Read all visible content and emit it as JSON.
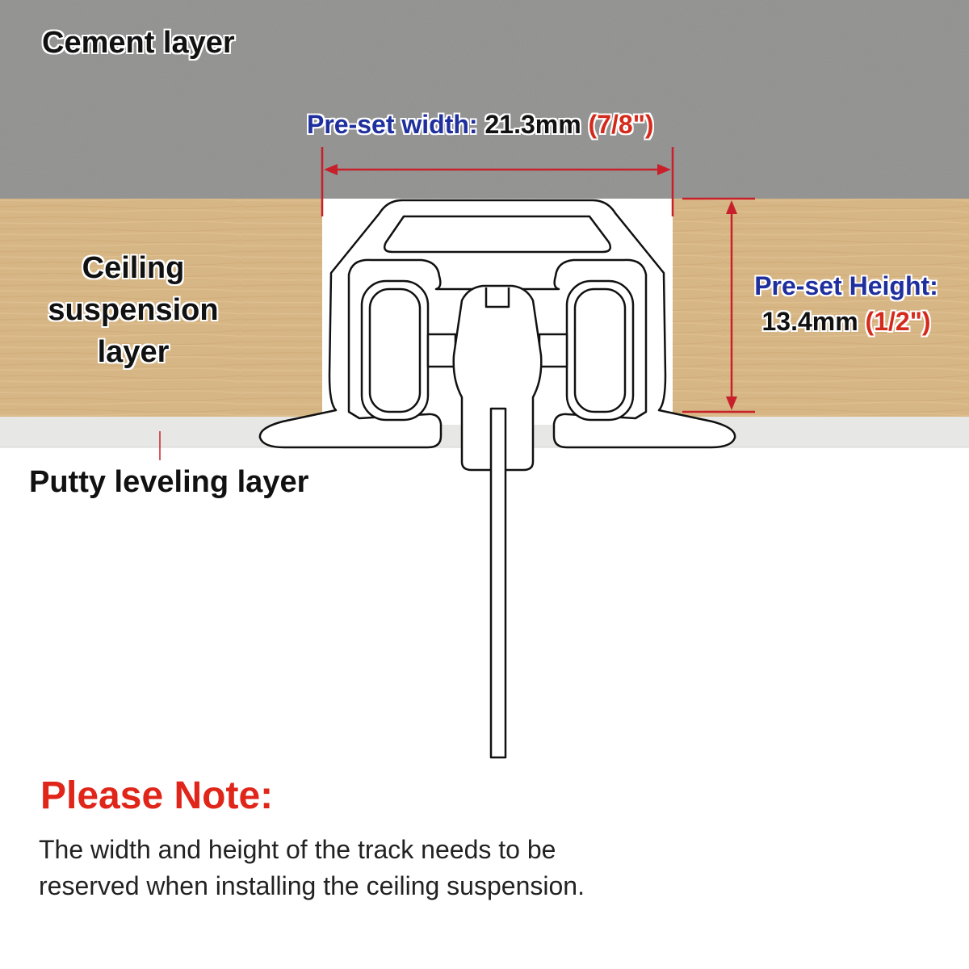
{
  "layers": {
    "cement": "Cement layer",
    "ceiling": "Ceiling suspension layer",
    "putty": "Putty leveling layer"
  },
  "dimensions": {
    "width": {
      "label": "Pre-set width:",
      "value": "21.3mm",
      "inch": "(7/8\")"
    },
    "height": {
      "label": "Pre-set Height:",
      "value": "13.4mm",
      "inch": "(1/2\")"
    }
  },
  "note": {
    "title": "Please Note:",
    "body": "The width and height of the track needs to be reserved when installing the ceiling suspension."
  },
  "colors": {
    "cement": "#9a9a99",
    "wood": "#d6b584",
    "putty": "#e7e7e5",
    "dimension_line": "#c8202a",
    "label_blue": "#1f2f9e",
    "note_red": "#e0261a"
  }
}
